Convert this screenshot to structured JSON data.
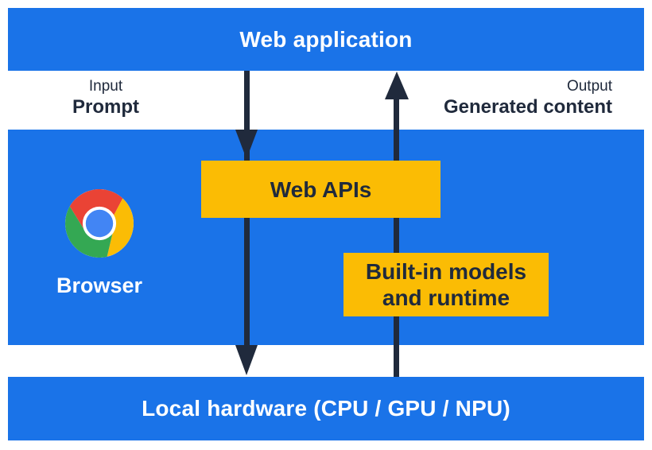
{
  "colors": {
    "blue": "#1a73e8",
    "yellow": "#fbbc04",
    "ink": "#202a3c",
    "white": "#ffffff",
    "chrome_red": "#ea4335",
    "chrome_yellow": "#fbbc05",
    "chrome_green": "#34a853",
    "chrome_blue": "#4285f4"
  },
  "top_bar": {
    "label": "Web application"
  },
  "flow_labels": {
    "input": {
      "caption": "Input",
      "value": "Prompt"
    },
    "output": {
      "caption": "Output",
      "value": "Generated content"
    }
  },
  "browser_panel": {
    "label": "Browser",
    "web_apis_box": "Web APIs",
    "builtin_box": "Built-in models and runtime",
    "icon": "chrome-browser-logo"
  },
  "bottom_bar": {
    "label": "Local hardware (CPU / GPU / NPU)"
  }
}
